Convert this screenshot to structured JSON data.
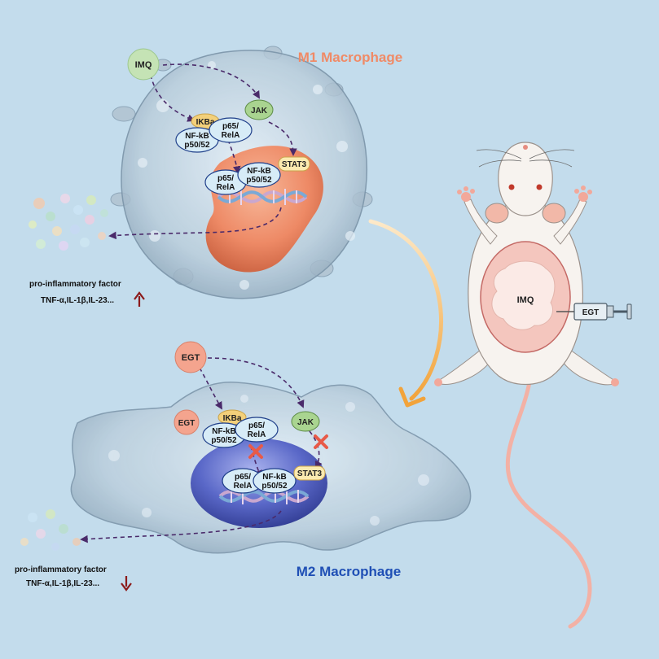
{
  "titles": {
    "m1": "M1 Macrophage",
    "m2": "M2 Macrophage"
  },
  "m1": {
    "imq": "IMQ",
    "jak": "JAK",
    "ikba": "IKBa",
    "nfkb_a": "NF-kB",
    "nfkb_b": "p50/52",
    "p65_a": "p65/",
    "p65_b": "RelA",
    "stat3": "STAT3",
    "factor_label": "pro-inflammatory factor",
    "factor_list": "TNF-α,IL-1β,IL-23..."
  },
  "m2": {
    "egt": "EGT",
    "egt_small": "EGT",
    "jak": "JAK",
    "ikba": "IKBa",
    "nfkb_a": "NF-kB",
    "nfkb_b": "p50/52",
    "p65_a": "p65/",
    "p65_b": "RelA",
    "stat3": "STAT3",
    "factor_label": "pro-inflammatory factor",
    "factor_list": "TNF-α,IL-1β,IL-23..."
  },
  "mouse": {
    "belly": "IMQ",
    "syringe": "EGT"
  },
  "colors": {
    "background": "#c3dcec",
    "m1_title": "#f08a66",
    "m2_title": "#1f4fb5",
    "m1_nucleus": "#ee8a66",
    "m2_nucleus": "#5a68c8",
    "up_arrow": "#8b1a1a",
    "down_arrow": "#8b1a1a",
    "block_cross": "#e85a48"
  }
}
